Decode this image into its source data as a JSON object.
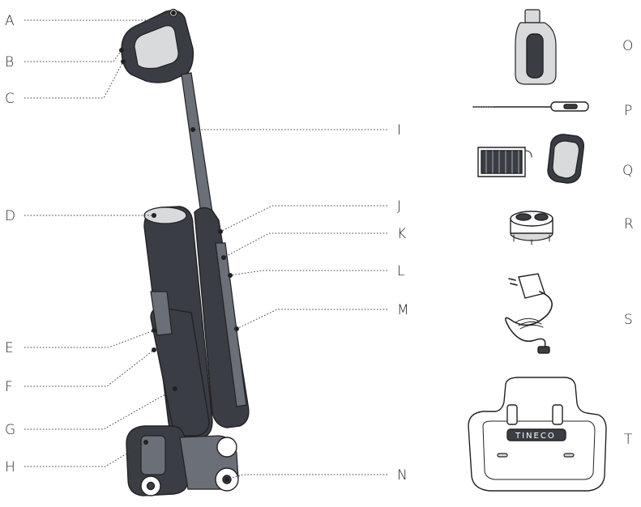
{
  "callouts": {
    "A": "A",
    "B": "B",
    "C": "C",
    "D": "D",
    "E": "E",
    "F": "F",
    "G": "G",
    "H": "H",
    "I": "I",
    "J": "J",
    "K": "K",
    "L": "L",
    "M": "M",
    "N": "N",
    "O": "O",
    "P": "P",
    "Q": "Q",
    "R": "R",
    "S": "S",
    "T": "T"
  },
  "dock_logo": "TINECO",
  "colors": {
    "ink": "#222222",
    "dark": "#3a3d44",
    "mid": "#6b6f77",
    "light": "#d9dadc"
  }
}
